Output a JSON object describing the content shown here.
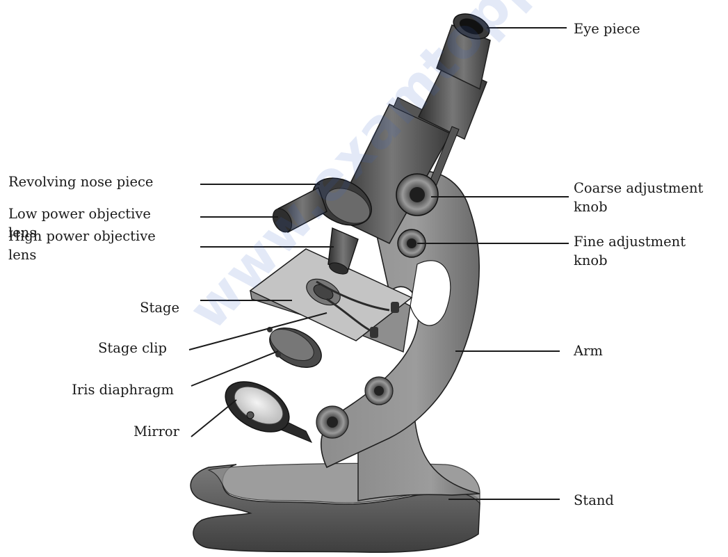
{
  "diagram": {
    "labels": {
      "eye_piece": "Eye piece",
      "revolving_nose_piece": "Revolving nose piece",
      "low_power_line1": "Low power objective",
      "low_power_line2": "lens",
      "high_power_line1": "High power objective",
      "high_power_line2": "lens",
      "stage": "Stage",
      "stage_clip": "Stage clip",
      "iris_diaphragm": "Iris diaphragm",
      "mirror": "Mirror",
      "coarse_line1": "Coarse adjustment",
      "coarse_line2": "knob",
      "fine_line1": "Fine adjustment",
      "fine_line2": "knob",
      "arm": "Arm",
      "stand": "Stand"
    },
    "watermark": "www.examtopper.in",
    "colors": {
      "metal_dark": "#3a3a3a",
      "metal_mid": "#6e6e6e",
      "metal_light": "#a8a8a8",
      "stage_plate": "#b9b9b9",
      "leader_line": "#1a1a1a"
    }
  }
}
